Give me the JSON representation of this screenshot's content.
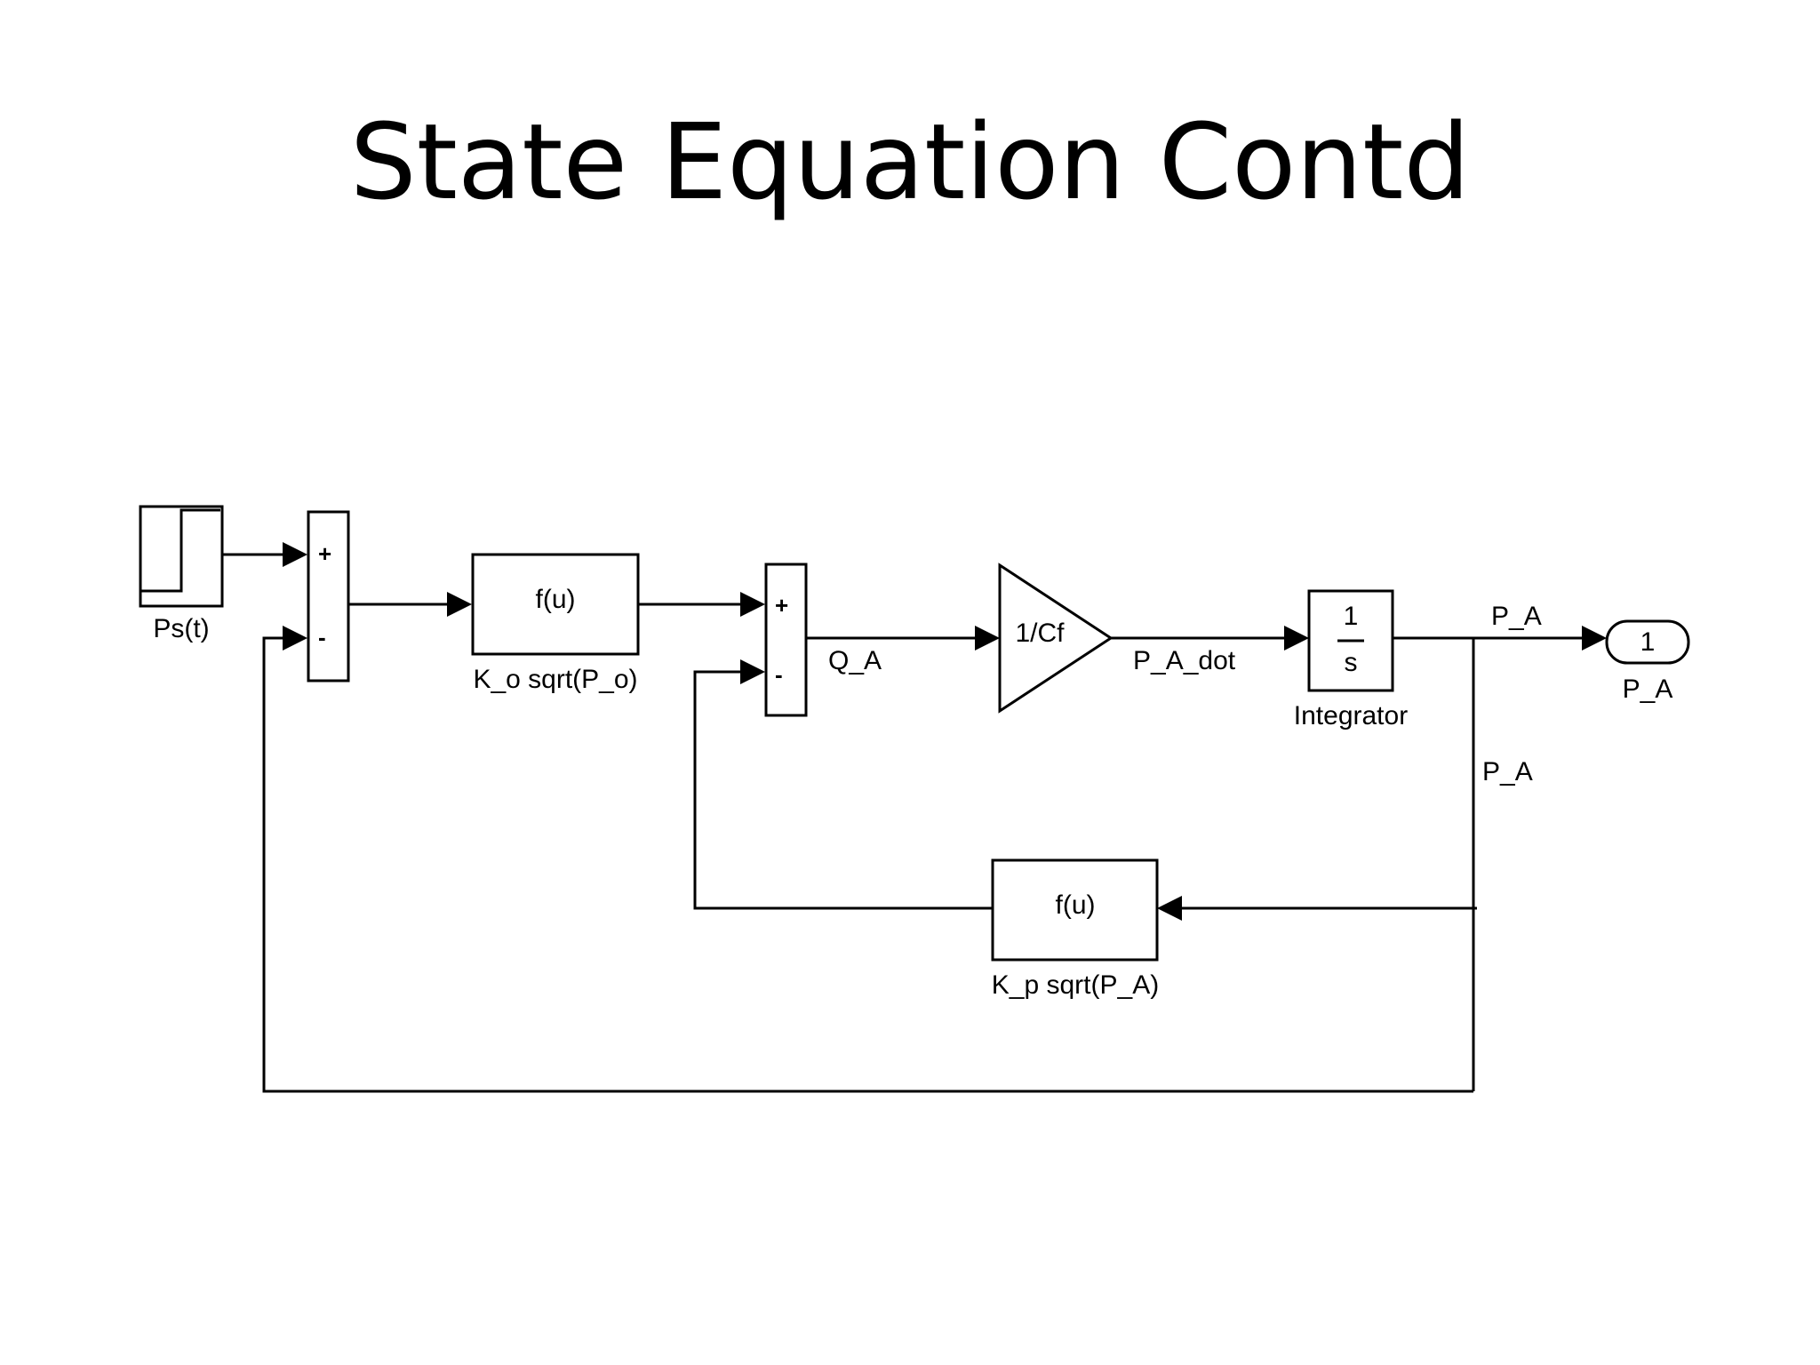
{
  "title": "State Equation Contd",
  "diagram": {
    "step": {
      "name": "Ps(t)"
    },
    "sum1": {
      "plus": "+",
      "minus": "-"
    },
    "fcn1": {
      "expr": "f(u)",
      "name": "K_o sqrt(P_o)"
    },
    "sum2": {
      "plus": "+",
      "minus": "-"
    },
    "signal_qa": "Q_A",
    "gain": {
      "value": "1/Cf"
    },
    "signal_pa_dot": "P_A_dot",
    "integrator": {
      "num": "1",
      "den": "s",
      "name": "Integrator"
    },
    "signal_pa_top": "P_A",
    "signal_pa_side": "P_A",
    "outport": {
      "number": "1",
      "name": "P_A"
    },
    "fcn2": {
      "expr": "f(u)",
      "name": "K_p sqrt(P_A)"
    }
  }
}
